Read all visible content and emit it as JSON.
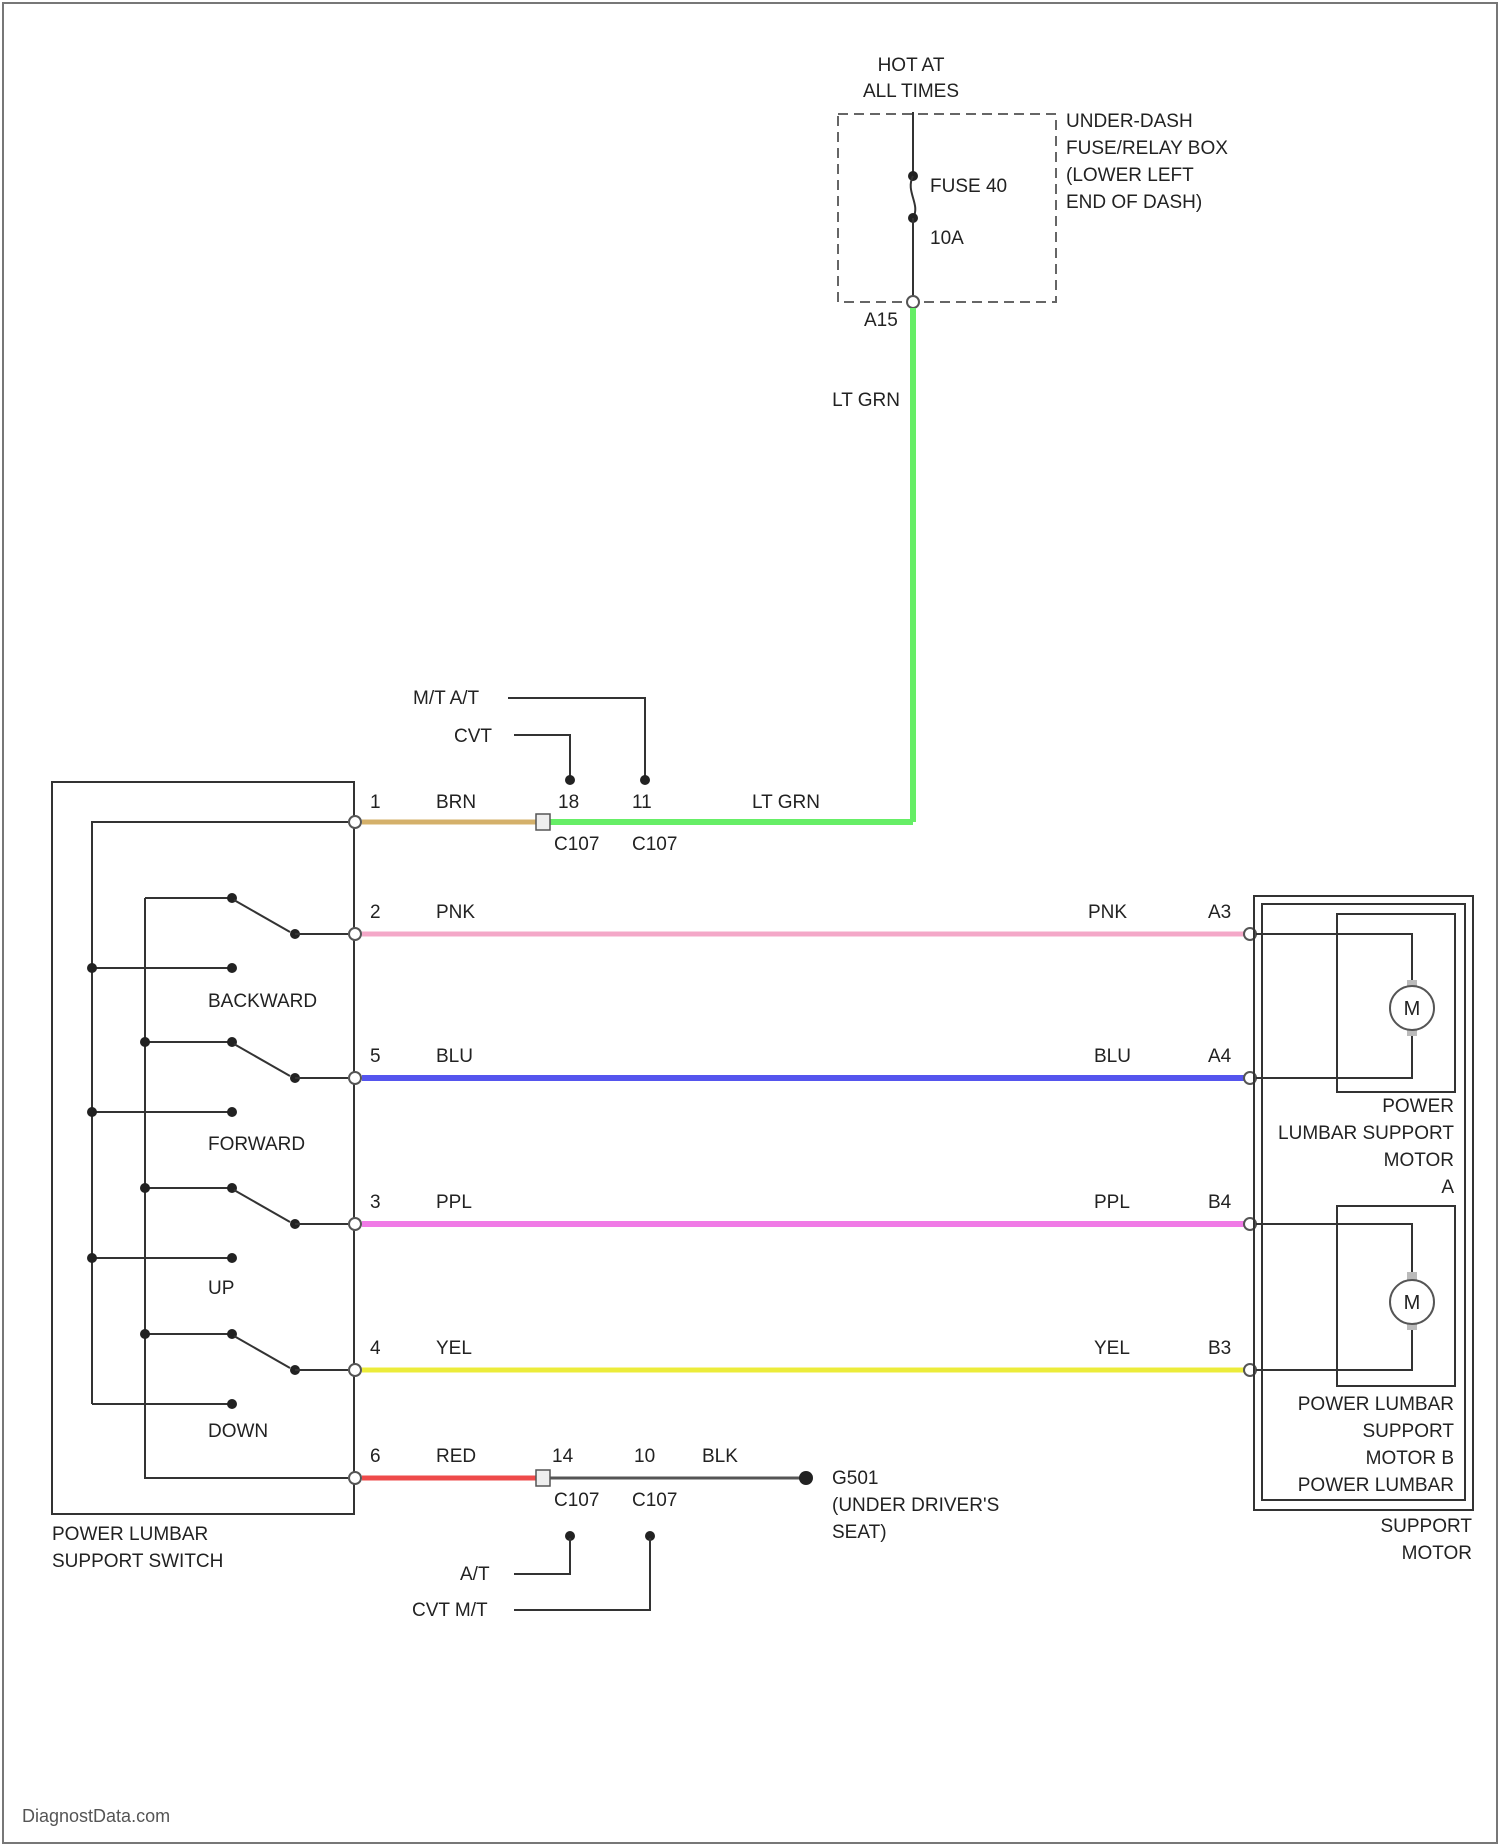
{
  "power": {
    "label_line1": "HOT AT",
    "label_line2": "ALL TIMES"
  },
  "fuse_box": {
    "label_line1": "UNDER-DASH",
    "label_line2": "FUSE/RELAY BOX",
    "label_line3": "(LOWER LEFT",
    "label_line4": "END OF DASH)",
    "fuse_name": "FUSE 40",
    "fuse_rating": "10A",
    "terminal": "A15"
  },
  "lt_grn_label": "LT GRN",
  "variants_top": {
    "mt_at": "M/T A/T",
    "cvt": "CVT"
  },
  "variants_bottom": {
    "at": "A/T",
    "cvt_mt": "CVT M/T"
  },
  "switch": {
    "label_line1": "POWER LUMBAR",
    "label_line2": "SUPPORT SWITCH",
    "positions": {
      "backward": "BACKWARD",
      "forward": "FORWARD",
      "up": "UP",
      "down": "DOWN"
    }
  },
  "wires": {
    "w1": {
      "pin": "1",
      "color_name": "BRN",
      "color": "#d4b06a",
      "c1_pin": "18",
      "c1_name": "C107",
      "c2_pin": "11",
      "c2_name": "C107",
      "after_color_name": "LT GRN",
      "after_color": "#66ee66"
    },
    "w2": {
      "pin": "2",
      "color_name": "PNK",
      "color": "#f4a8c8",
      "right_color_name": "PNK",
      "right_pin": "A3"
    },
    "w3": {
      "pin": "5",
      "color_name": "BLU",
      "color": "#5555ee",
      "right_color_name": "BLU",
      "right_pin": "A4"
    },
    "w4": {
      "pin": "3",
      "color_name": "PPL",
      "color": "#f07ae6",
      "right_color_name": "PPL",
      "right_pin": "B4"
    },
    "w5": {
      "pin": "4",
      "color_name": "YEL",
      "color": "#ecec3a",
      "right_color_name": "YEL",
      "right_pin": "B3"
    },
    "w6": {
      "pin": "6",
      "color_name": "RED",
      "color": "#ee4a4a",
      "c1_pin": "14",
      "c1_name": "C107",
      "c2_pin": "10",
      "c2_name": "C107",
      "after_color_name": "BLK",
      "after_color": "#555555"
    }
  },
  "ground": {
    "name": "G501",
    "label_line1": "(UNDER DRIVER'S",
    "label_line2": "SEAT)"
  },
  "motor_a": {
    "symbol": "M",
    "label_line1": "POWER",
    "label_line2": "LUMBAR SUPPORT",
    "label_line3": "MOTOR",
    "label_line4": "A"
  },
  "motor_b": {
    "symbol": "M",
    "label_line1": "POWER LUMBAR",
    "label_line2": "SUPPORT",
    "label_line3": "MOTOR B",
    "label_line4": "POWER LUMBAR"
  },
  "assembly_label": {
    "line1": "SUPPORT",
    "line2": "MOTOR"
  },
  "watermark": "DiagnostData.com"
}
